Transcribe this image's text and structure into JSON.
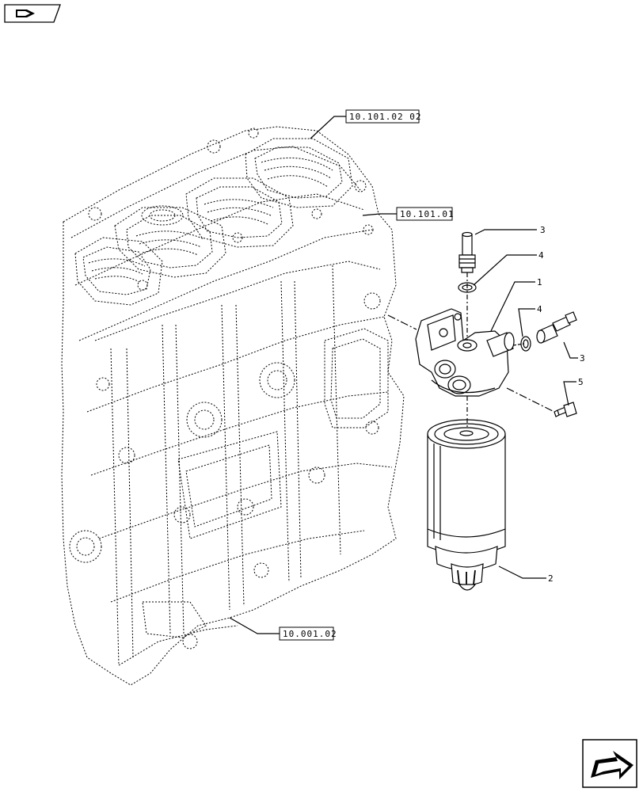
{
  "refs": [
    {
      "id": "ref-10-101-02-02",
      "label": "10.101.02 02"
    },
    {
      "id": "ref-10-101-01",
      "label": "10.101.01"
    },
    {
      "id": "ref-10-001-02",
      "label": "10.001.02"
    }
  ],
  "callouts": [
    {
      "id": "callout-3-top",
      "label": "3"
    },
    {
      "id": "callout-4-top",
      "label": "4"
    },
    {
      "id": "callout-1",
      "label": "1"
    },
    {
      "id": "callout-4-right",
      "label": "4"
    },
    {
      "id": "callout-3-right",
      "label": "3"
    },
    {
      "id": "callout-5",
      "label": "5"
    },
    {
      "id": "callout-2",
      "label": "2"
    }
  ],
  "icons": {
    "top_left": "book-icon",
    "bottom_right": "next-page-arrow-icon"
  }
}
